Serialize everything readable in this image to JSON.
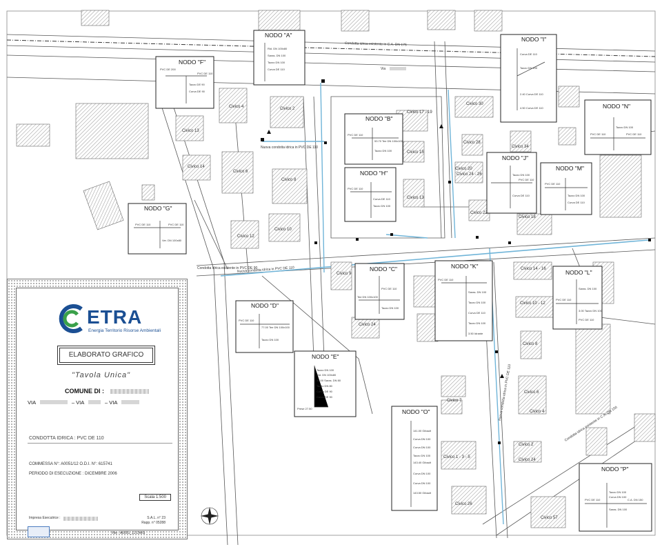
{
  "nodes": [
    {
      "id": "A",
      "title": "NODO \"A\"",
      "lines": [
        "Rid. DN 100x80",
        "Saras. DN 100",
        "Tazzo DN 100",
        "Curva DE 110"
      ]
    },
    {
      "id": "B",
      "title": "NODO \"B\"",
      "lines": [
        "PVC DE 110",
        "53.70 Tee DN 100x100",
        "Tazzo DN 100"
      ]
    },
    {
      "id": "C",
      "title": "NODO \"C\"",
      "lines": [
        "Tee DN 100x100",
        "PVC DE 110",
        "Tazzo DN 100"
      ]
    },
    {
      "id": "D",
      "title": "NODO \"D\"",
      "lines": [
        "PVC DE 110",
        "77.00 Tee DN 100x100",
        "Tazzo DN 100"
      ]
    },
    {
      "id": "E",
      "title": "NODO \"E\"",
      "lines": [
        "Tazzo DN 100",
        "Rid. DN 100x80",
        "36.00 Saras. DN 80",
        "Tazzo DN 80",
        "Curva DE 90",
        "Curva DE 90",
        "Prese 27.50"
      ]
    },
    {
      "id": "F",
      "title": "NODO \"F\"",
      "lines": [
        "PVC DE 200",
        "Tazzo DE 90",
        "PVC DE 110",
        "Curva DE 90"
      ]
    },
    {
      "id": "G",
      "title": "NODO \"G\"",
      "lines": [
        "PVC DE 110",
        "Ver. DN 100x80",
        "PVC DE 110"
      ]
    },
    {
      "id": "H",
      "title": "NODO \"H\"",
      "lines": [
        "PVC DE 110",
        "Curva DE 110",
        "Tazzo DN 100"
      ]
    },
    {
      "id": "I",
      "title": "NODO \"I\"",
      "lines": [
        "Curva DE 110",
        "Tazzo DN 100",
        "2.40 Curva DE 110",
        "4.50 Curva DE 110"
      ]
    },
    {
      "id": "J",
      "title": "NODO \"J\"",
      "lines": [
        "Tazzo DN 100",
        "PVC DE 110",
        "Curva DE 110"
      ]
    },
    {
      "id": "K",
      "title": "NODO \"K\"",
      "lines": [
        "PVC DE 110",
        "Saras. DN 100",
        "Tazzo DN 100",
        "Curva DE 110",
        "Tazzo DN 100",
        "3.50 Idrante"
      ]
    },
    {
      "id": "L",
      "title": "NODO \"L\"",
      "lines": [
        "PVC DE 110",
        "Saras. DN 100",
        "3.00 Tazzo DN 100",
        "PVC DE 110"
      ]
    },
    {
      "id": "M",
      "title": "NODO \"M\"",
      "lines": [
        "PVC DE 110",
        "Tazzo DN 100",
        "Curva DE 110"
      ]
    },
    {
      "id": "N",
      "title": "NODO \"N\"",
      "lines": [
        "PVC DE 110",
        "Tazzo DN 100",
        "PVC DE 110"
      ]
    },
    {
      "id": "O",
      "title": "NODO \"O\"",
      "lines": [
        "141.00 Gibault",
        "Curva DN 100",
        "Curva DN 100",
        "Tazzo DN 100",
        "143.40 Gibault",
        "Curva DN 100",
        "Curva DN 100",
        "143.50 Gibault"
      ]
    },
    {
      "id": "P",
      "title": "NODO \"P\"",
      "lines": [
        "Tazzo DN 100",
        "Curva DN 100",
        "Saras. DN 100",
        "PVC DE 110",
        "C.A. DN 150"
      ]
    }
  ],
  "civici": [
    "Civico 2",
    "Civico 4",
    "Civico 6",
    "Civico 8",
    "Civico 10",
    "Civico 12",
    "Civico 13",
    "Civico 14",
    "Civico 15",
    "Civico 17 - 19",
    "Civico 13",
    "Civico 20",
    "Civico 22",
    "Civico 24 - 26",
    "Civico 28",
    "Civico 30",
    "Civico 34",
    "Civico 18",
    "Civico 14 - 16",
    "Civico 10 - 12",
    "Civico 8",
    "Civico 6",
    "Civico 4",
    "Civico 7",
    "Civico 1 - 3 - 5",
    "Civico 2",
    "Civico 24",
    "Civico 26",
    "Civico 57",
    "Civico 9",
    "Civico 24"
  ],
  "road_labels": [
    "Condotta idrica esistente in C.A. DN 175",
    "Via",
    "Condotta idrica esistente in C.A. DN 150",
    "Nuova condotta idrica in PVC DE 110",
    "Nuova condotta idrica in PVC DE 110",
    "Condotta idrica esistente in PVC DE 90",
    "Nuova condotta idrica in PVC DE 110"
  ],
  "title_block": {
    "logo": "ETRA",
    "logo_sub": "Energia Territorio Risorse Ambientali",
    "elaborato": "ELABORATO GRAFICO",
    "tavola": "\"Tavola Unica\"",
    "comune_label": "COMUNE DI :",
    "via1": "VIA",
    "via2": "– VIA",
    "via3": "– VIA",
    "condotta": "CONDOTTA IDRICA : PVC DE 110",
    "commessa": "COMMESSA N°: A0051/12 O.D.I. N°: 615741",
    "periodo": "PERIODO DI ESECUZIONE : DICEMBRE 2006",
    "scala": "Scala 1:500",
    "impresa": "Impresa Esecutrice :",
    "sal": "S.A.L. n° 23",
    "rapp": "Rapp. n° 05288",
    "file": "File : A0051_12.DWG"
  },
  "colors": {
    "pipe_new": "#6fb4d8",
    "building_hatch": "#8a8a8a",
    "line": "#333333",
    "logo_blue": "#1b4f93",
    "logo_green": "#3aa04a"
  }
}
